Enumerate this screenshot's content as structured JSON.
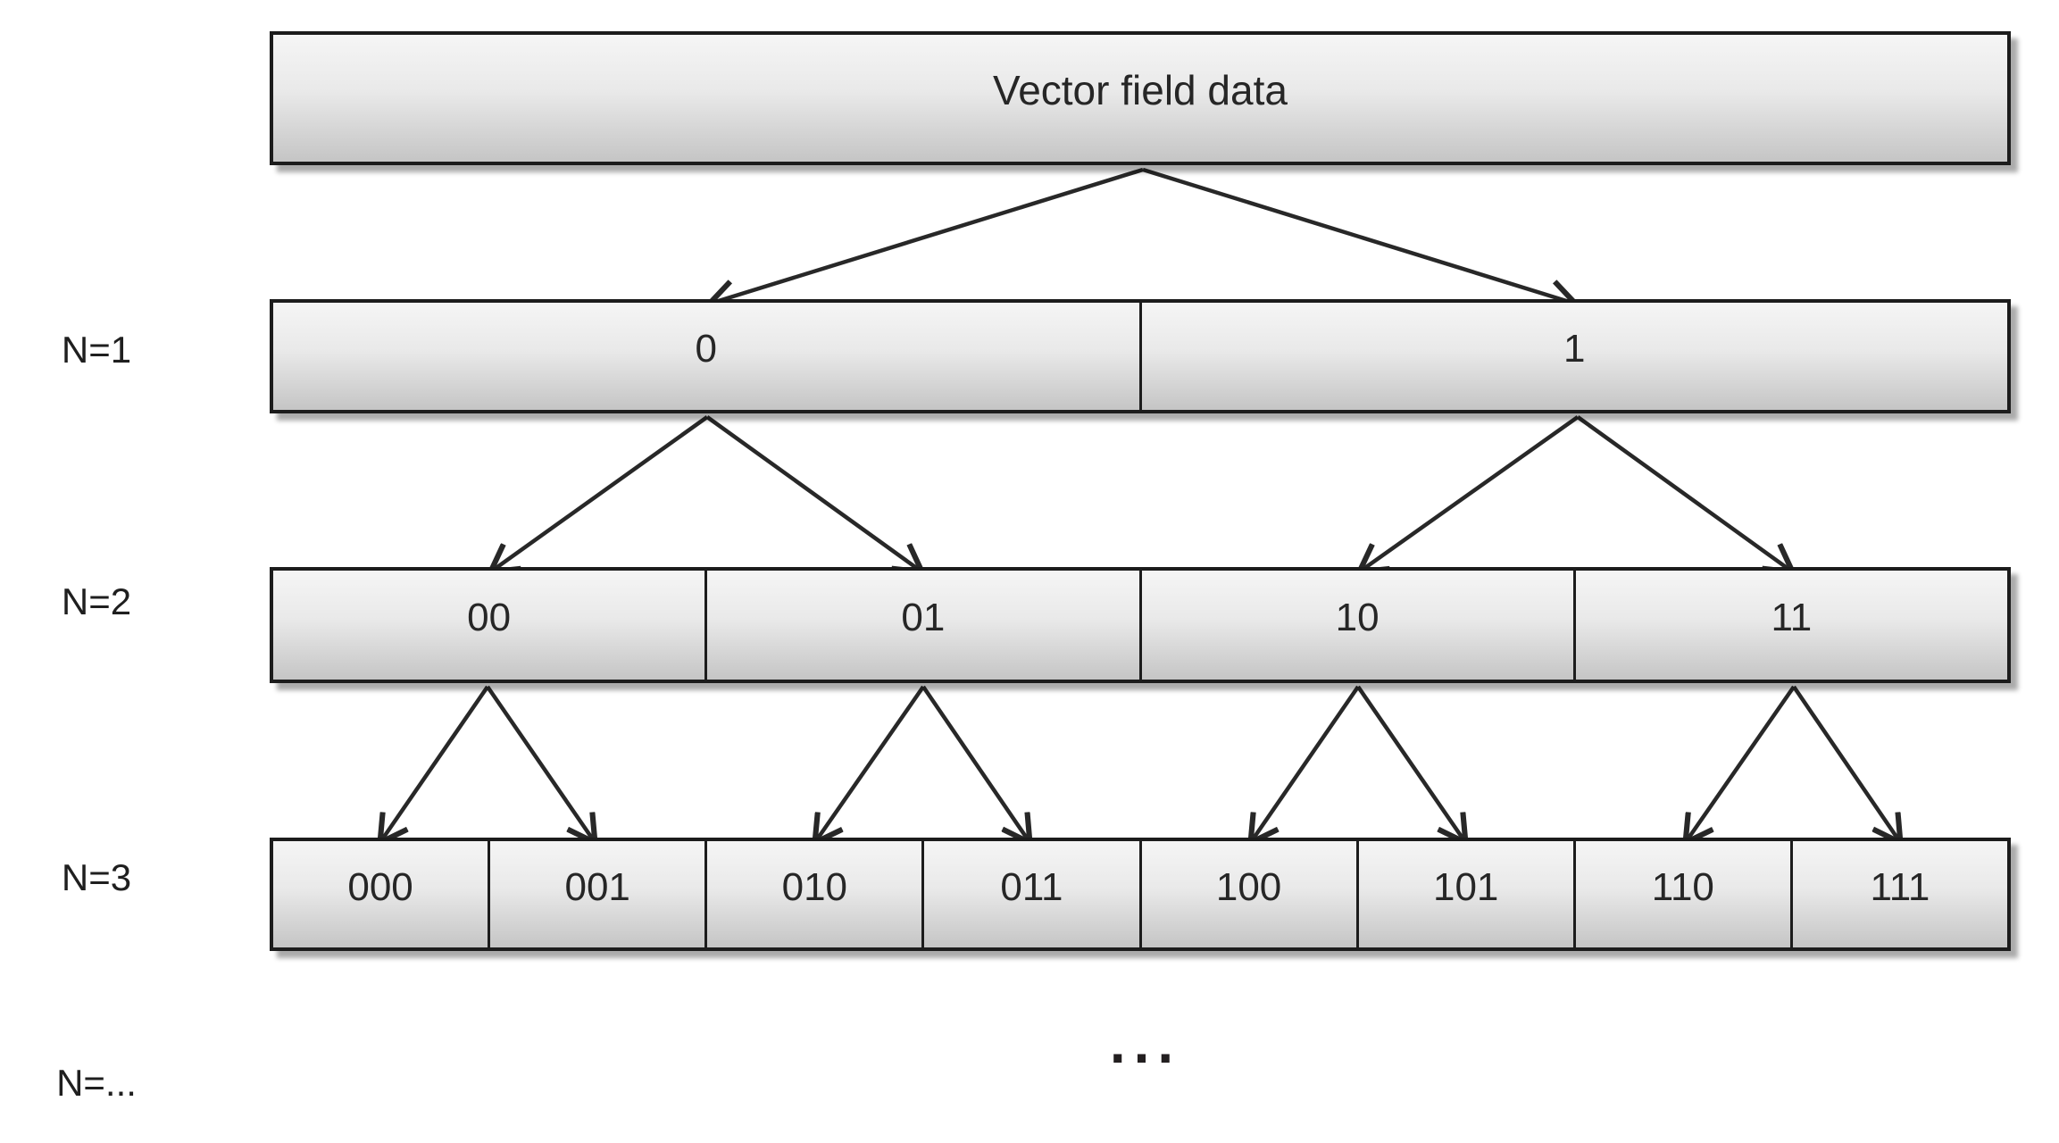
{
  "diagram": {
    "title": "Vector field data",
    "rows": [
      {
        "label": "N=1",
        "cells": [
          "0",
          "1"
        ]
      },
      {
        "label": "N=2",
        "cells": [
          "00",
          "01",
          "10",
          "11"
        ]
      },
      {
        "label": "N=3",
        "cells": [
          "000",
          "001",
          "010",
          "011",
          "100",
          "101",
          "110",
          "111"
        ]
      },
      {
        "label": "N=...",
        "cells": []
      }
    ],
    "ellipsis": "...",
    "colors": {
      "border": "#1c1c1c",
      "arrow": "#282828",
      "box_fill_top": "#f5f5f5",
      "box_fill_bottom": "#c5c5c5"
    }
  }
}
